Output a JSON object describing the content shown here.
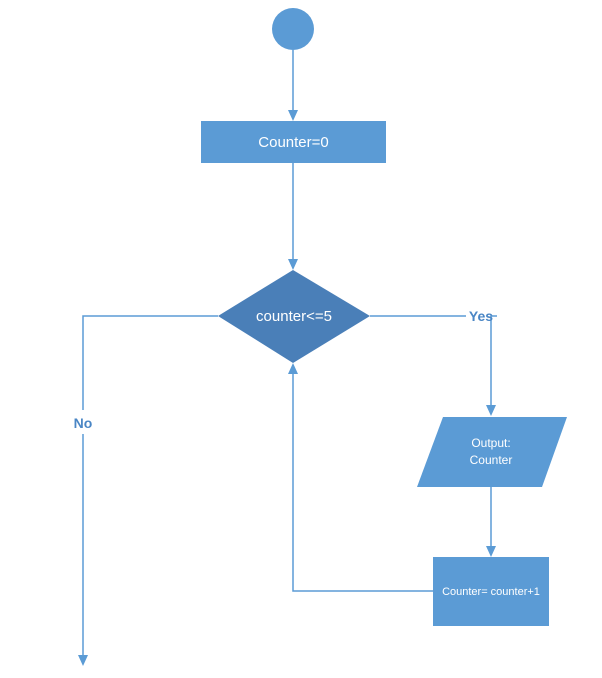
{
  "colors": {
    "shape_fill": "#5b9bd5",
    "decision_fill": "#4a7fb8",
    "connector": "#5b9bd5",
    "label_text": "#4a86c5",
    "node_text": "#ffffff"
  },
  "nodes": {
    "start": {
      "shape": "circle"
    },
    "init": {
      "shape": "rectangle",
      "label": "Counter=0"
    },
    "decision": {
      "shape": "diamond",
      "label": "counter<=5"
    },
    "output": {
      "shape": "parallelogram",
      "label_line1": "Output:",
      "label_line2": "Counter"
    },
    "increment": {
      "shape": "rectangle",
      "label": "Counter= counter+1"
    }
  },
  "edges": {
    "yes_label": "Yes",
    "no_label": "No"
  }
}
